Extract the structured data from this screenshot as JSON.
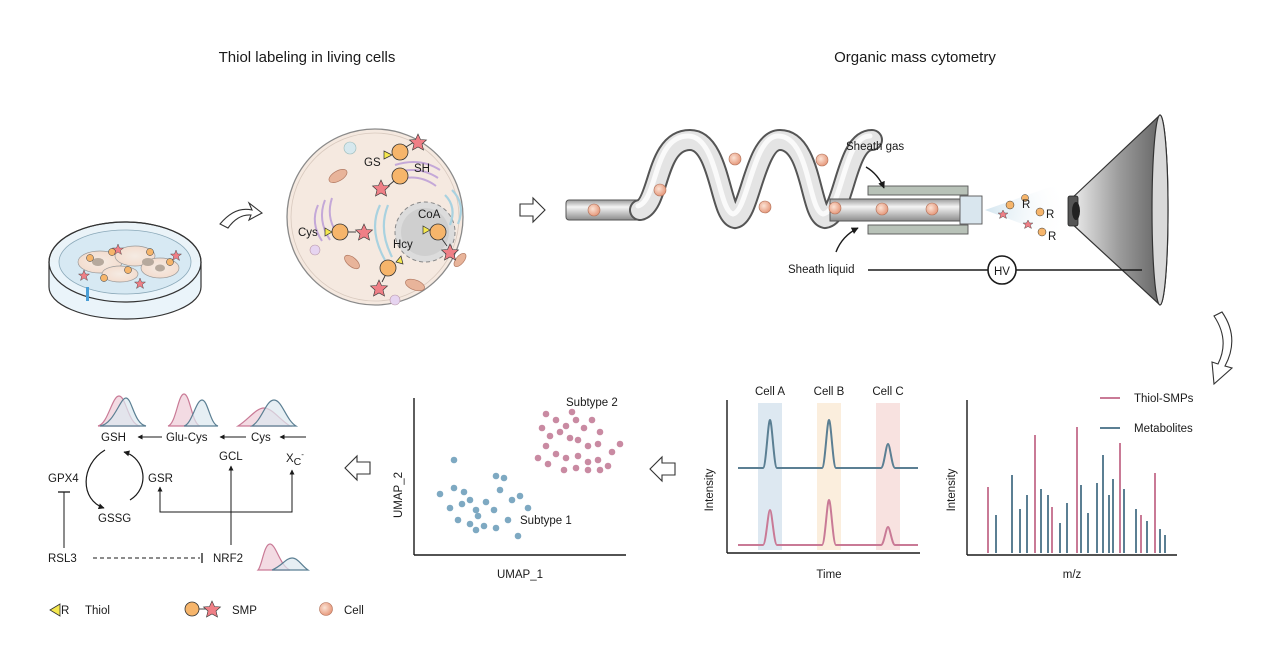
{
  "titles": {
    "left": "Thiol labeling in living cells",
    "right": "Organic mass cytometry"
  },
  "cell_labels": {
    "gs": "GS",
    "sh": "SH",
    "cys": "Cys",
    "coa": "CoA",
    "hcy": "Hcy"
  },
  "instrument": {
    "sheath_gas": "Sheath gas",
    "sheath_liquid": "Sheath liquid",
    "hv": "HV",
    "ion_r": "R"
  },
  "timecourse": {
    "cells": [
      "Cell A",
      "Cell B",
      "Cell C"
    ],
    "ylabel": "Intensity",
    "xlabel": "Time"
  },
  "spectrum": {
    "legend": [
      "Thiol-SMPs",
      "Metabolites"
    ],
    "ylabel": "Intensity",
    "xlabel": "m/z",
    "colors": {
      "thiol": "#c97a96",
      "metabolite": "#5b7f93"
    }
  },
  "umap": {
    "xlabel": "UMAP_1",
    "ylabel": "UMAP_2",
    "subtype1": "Subtype 1",
    "subtype2": "Subtype 2",
    "colors": {
      "subtype1": "#7ea9c2",
      "subtype2": "#c98aa2"
    }
  },
  "pathway": {
    "gsh": "GSH",
    "glucys": "Glu-Cys",
    "cys": "Cys",
    "gcl": "GCL",
    "xc": "X",
    "xc_sub": "C",
    "xc_sup": "-",
    "gpx4": "GPX4",
    "gsr": "GSR",
    "gssg": "GSSG",
    "rsl3": "RSL3",
    "nrf2": "NRF2"
  },
  "legend": {
    "thiol_r": "R",
    "thiol": "Thiol",
    "smp": "SMP",
    "cell": "Cell"
  }
}
